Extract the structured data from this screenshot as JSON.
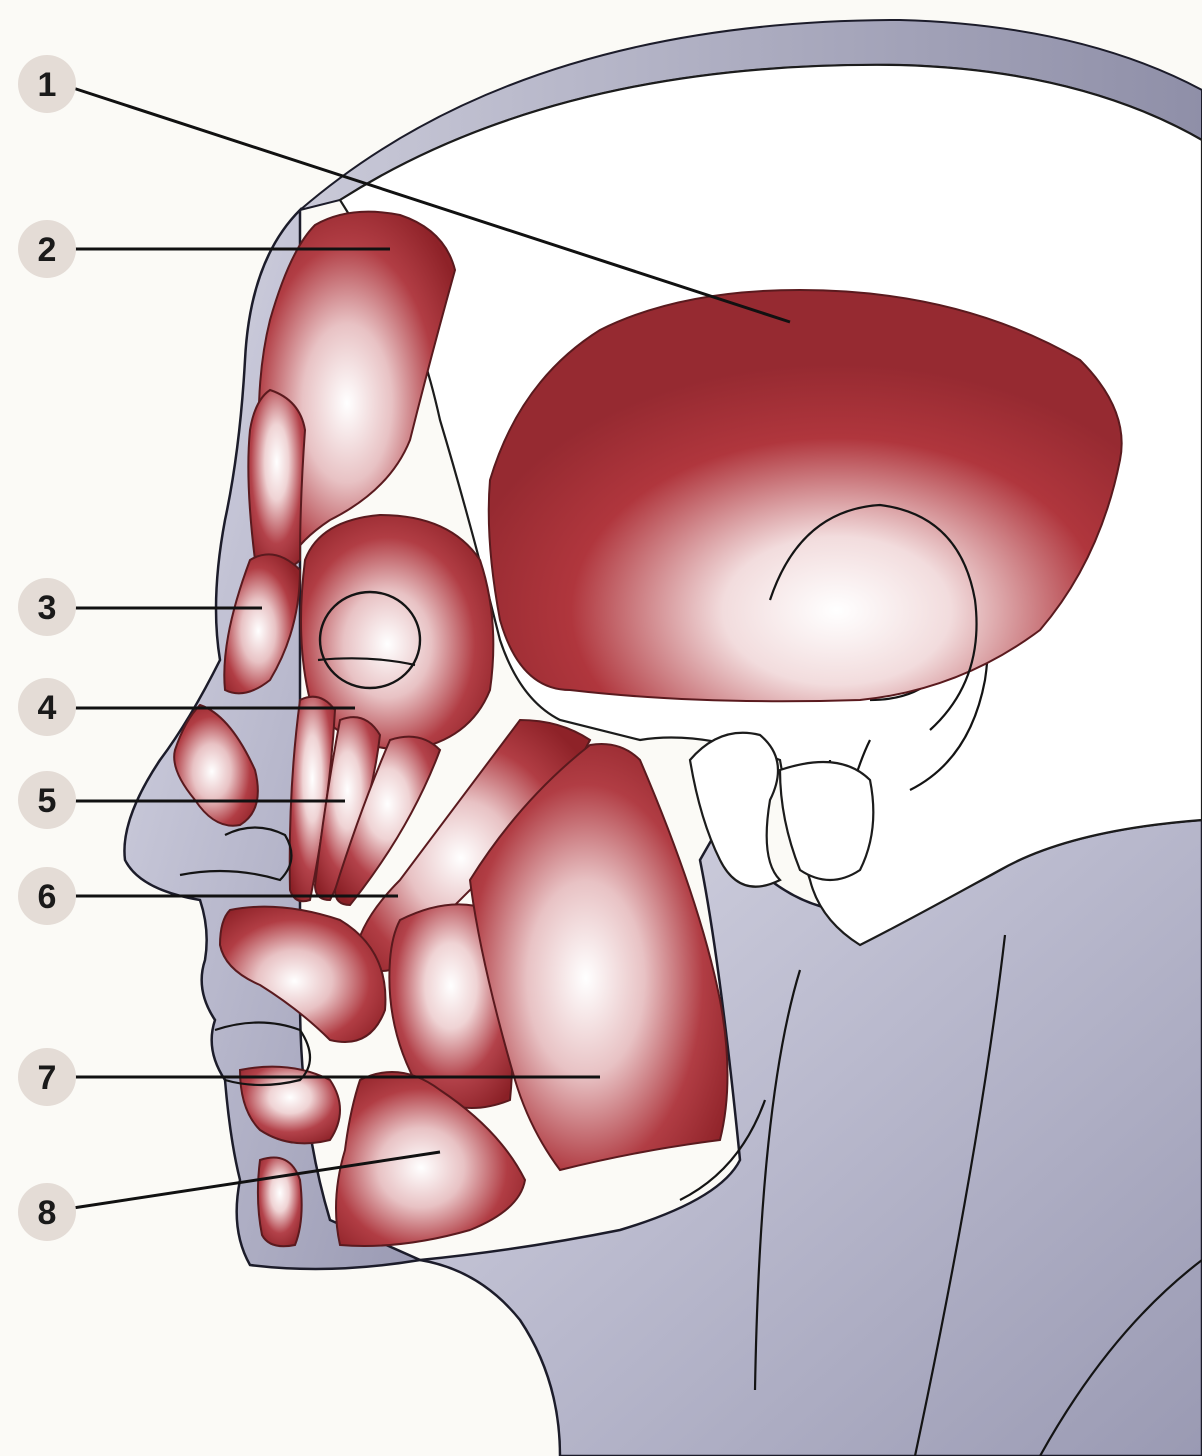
{
  "labels": [
    {
      "number": "1",
      "target": "temporalis"
    },
    {
      "number": "2",
      "target": "frontalis"
    },
    {
      "number": "3",
      "target": "procerus"
    },
    {
      "number": "4",
      "target": "orbicularis-oculi"
    },
    {
      "number": "5",
      "target": "levator-labii"
    },
    {
      "number": "6",
      "target": "zygomaticus"
    },
    {
      "number": "7",
      "target": "masseter"
    },
    {
      "number": "8",
      "target": "depressor-anguli-oris"
    }
  ],
  "colors": {
    "muscle": "#9b2a30",
    "muscle_highlight": "#ffffff",
    "skin_shadow": "#b3b3c9",
    "background": "#fbfaf6"
  }
}
